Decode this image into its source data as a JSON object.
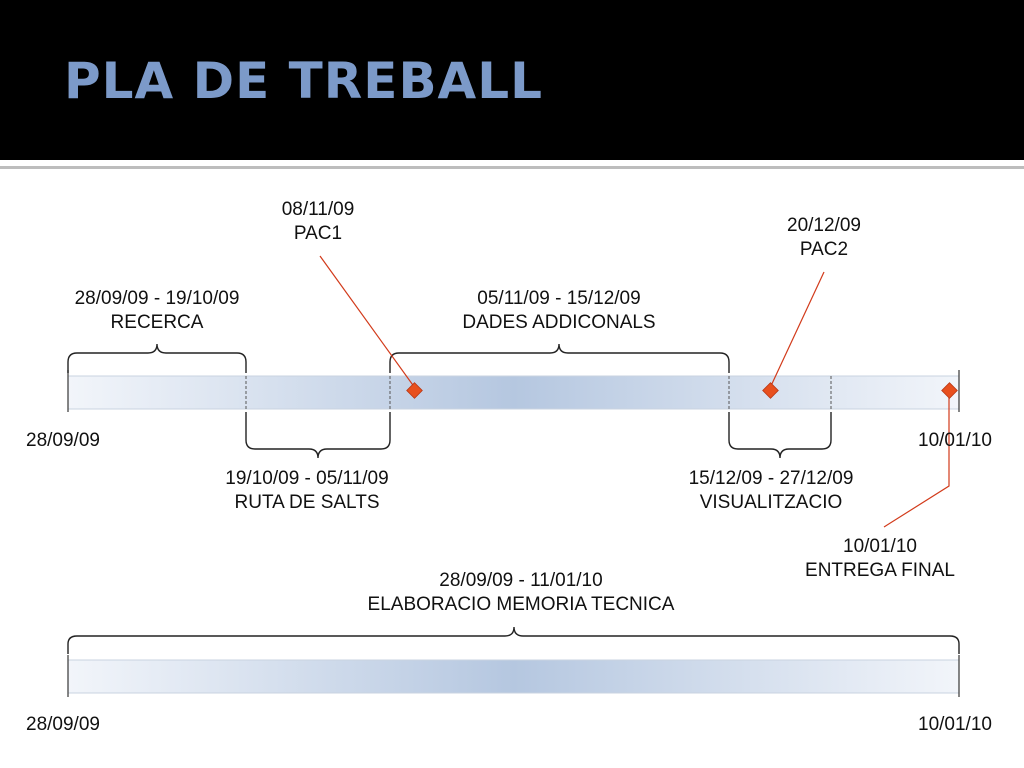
{
  "slide": {
    "title": "PLA DE TREBALL"
  },
  "timeline": {
    "start_label": "28/09/09",
    "end_label": "10/01/10",
    "phases": [
      {
        "dates": "28/09/09 - 19/10/09",
        "name": "RECERCA"
      },
      {
        "dates": "19/10/09 - 05/11/09",
        "name": "RUTA DE SALTS"
      },
      {
        "dates": "05/11/09 - 15/12/09",
        "name": "DADES ADDICONALS"
      },
      {
        "dates": "15/12/09 - 27/12/09",
        "name": "VISUALITZACIO"
      }
    ],
    "milestones": [
      {
        "date": "08/11/09",
        "name": "PAC1"
      },
      {
        "date": "20/12/09",
        "name": "PAC2"
      },
      {
        "date": "10/01/10",
        "name": "ENTREGA FINAL"
      }
    ],
    "marker_color": "#e8501e"
  },
  "memoria": {
    "dates": "28/09/09 - 11/01/10",
    "name": "ELABORACIO MEMORIA TECNICA",
    "start_label": "28/09/09",
    "end_label": "10/01/10"
  },
  "colors": {
    "title": "#7c9ac9",
    "bar_mid": "#b5c7e0",
    "bar_light": "#f2f5fa"
  }
}
